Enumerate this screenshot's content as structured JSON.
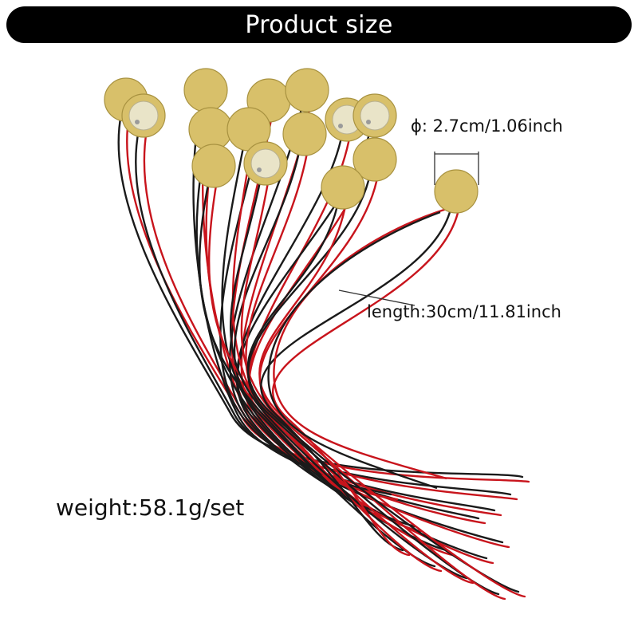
{
  "header": {
    "title": "Product size"
  },
  "annotations": {
    "diameter": "ϕ:  2.7cm/1.06inch",
    "length": "length:30cm/11.81inch",
    "weight": "weight:58.1g/set"
  },
  "product": {
    "name_icon": "piezo-disc-bundle",
    "colors": {
      "brass": "#d8c06a",
      "brass_edge": "#a89240",
      "ceramic": "#e9e4c8",
      "wire_red": "#c8141c",
      "wire_black": "#1a1a1a",
      "label_line": "#333333"
    }
  }
}
